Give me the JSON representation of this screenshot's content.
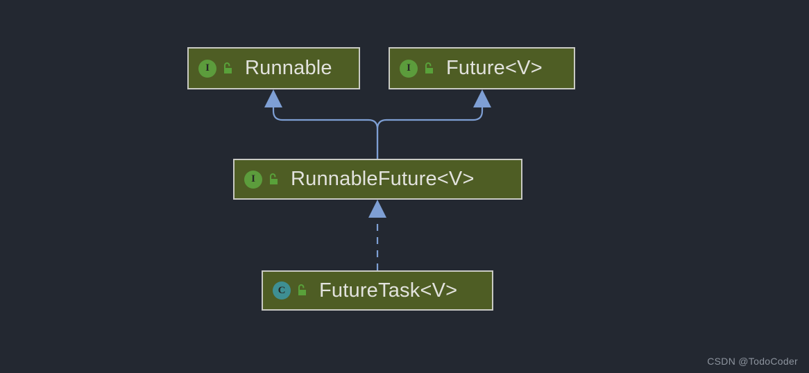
{
  "diagram": {
    "type": "uml-class-diagram",
    "background_color": "#232831",
    "node_fill_color": "#4e5d24",
    "node_border_color": "#c9cac4",
    "node_text_color": "#e2e2dd",
    "edge_color": "#7e9fd4",
    "interface_icon_color": "#5c9c3c",
    "class_icon_color": "#3e8f93",
    "lock_icon_color": "#59a13a",
    "nodes": [
      {
        "id": "runnable",
        "label": "Runnable",
        "stereotype": "interface",
        "type_glyph": "I",
        "visibility_icon": "open-lock-icon"
      },
      {
        "id": "future",
        "label": "Future<V>",
        "stereotype": "interface",
        "type_glyph": "I",
        "visibility_icon": "open-lock-icon"
      },
      {
        "id": "runnablefuture",
        "label": "RunnableFuture<V>",
        "stereotype": "interface",
        "type_glyph": "I",
        "visibility_icon": "open-lock-icon"
      },
      {
        "id": "futuretask",
        "label": "FutureTask<V>",
        "stereotype": "class",
        "type_glyph": "C",
        "visibility_icon": "open-lock-icon"
      }
    ],
    "edges": [
      {
        "from": "runnablefuture",
        "to": "runnable",
        "relation": "extends",
        "line_style": "solid",
        "arrow": "hollow-triangle-filled"
      },
      {
        "from": "runnablefuture",
        "to": "future",
        "relation": "extends",
        "line_style": "solid",
        "arrow": "hollow-triangle-filled"
      },
      {
        "from": "futuretask",
        "to": "runnablefuture",
        "relation": "implements",
        "line_style": "dashed",
        "arrow": "hollow-triangle-filled"
      }
    ]
  },
  "watermark": {
    "text": "CSDN @TodoCoder"
  }
}
